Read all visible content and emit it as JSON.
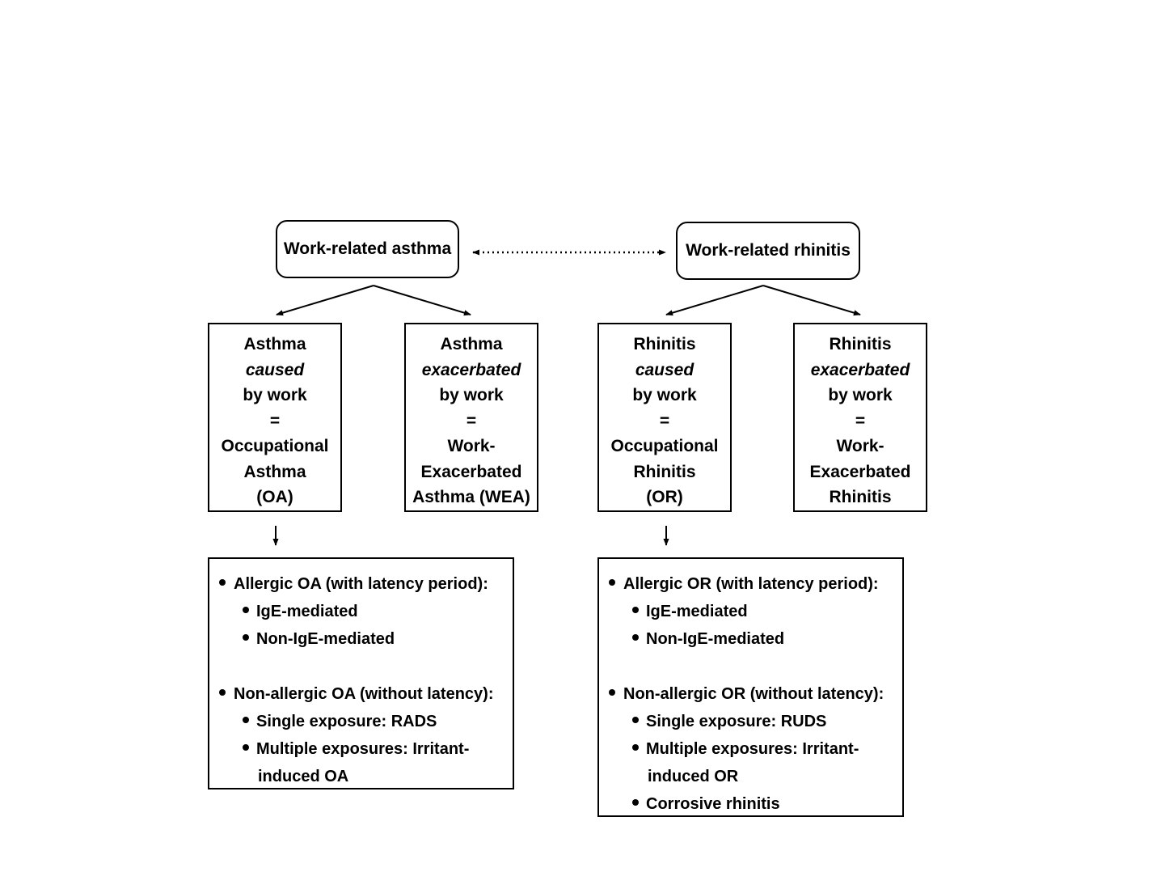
{
  "top": {
    "asthma": "Work-related asthma",
    "rhinitis": "Work-related rhinitis"
  },
  "categories": {
    "oa": [
      "Asthma",
      "caused",
      "by work",
      "=",
      "Occupational",
      "Asthma",
      "(OA)"
    ],
    "wea": [
      "Asthma",
      "exacerbated",
      "by work",
      "=",
      "Work-",
      "Exacerbated",
      "Asthma (WEA)"
    ],
    "or": [
      "Rhinitis",
      "caused",
      "by work",
      "=",
      "Occupational",
      "Rhinitis",
      "(OR)"
    ],
    "wer": [
      "Rhinitis",
      "exacerbated",
      "by work",
      "=",
      "Work-",
      "Exacerbated",
      "Rhinitis"
    ]
  },
  "oa_types": {
    "allergic": "Allergic OA (with latency period):",
    "ige": "IgE-mediated",
    "non_ige": "Non-IgE-mediated",
    "non_allergic": "Non-allergic OA (without latency):",
    "single": "Single exposure: RADS",
    "multiple": "Multiple exposures: Irritant-",
    "multiple_cont": "induced OA"
  },
  "or_types": {
    "allergic": "Allergic OR (with latency period):",
    "ige": "IgE-mediated",
    "non_ige": "Non-IgE-mediated",
    "non_allergic": "Non-allergic OR (without latency):",
    "single": "Single exposure: RUDS",
    "multiple": "Multiple exposures: Irritant-",
    "multiple_cont": "induced OR",
    "corrosive": "Corrosive rhinitis"
  }
}
